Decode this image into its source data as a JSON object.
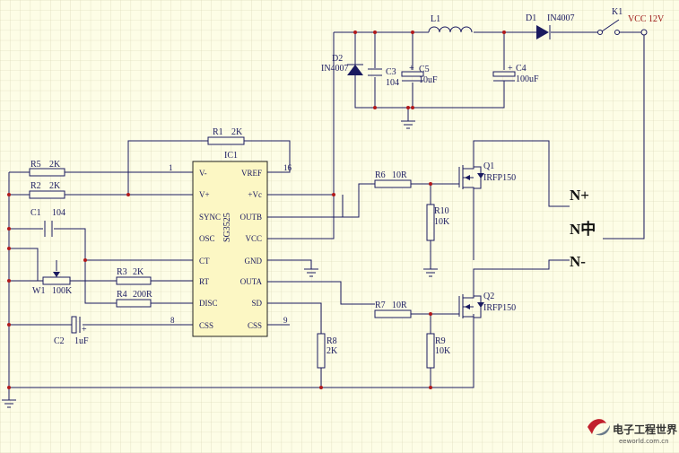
{
  "ic": {
    "ref": "IC1",
    "part": "SG3525",
    "left_pins": [
      "V-",
      "V+",
      "SYNC",
      "OSC",
      "CT",
      "RT",
      "DISC",
      "CSS"
    ],
    "right_pins": [
      "VREF",
      "+Vc",
      "OUTB",
      "VCC",
      "GND",
      "OUTA",
      "SD",
      "CSS"
    ],
    "pin1": "1",
    "pin16": "16",
    "pin8": "8",
    "pin9": "9"
  },
  "resistors": {
    "r1": {
      "ref": "R1",
      "value": "2K"
    },
    "r2": {
      "ref": "R2",
      "value": "2K"
    },
    "r3": {
      "ref": "R3",
      "value": "2K"
    },
    "r4": {
      "ref": "R4",
      "value": "200R"
    },
    "r5": {
      "ref": "R5",
      "value": "2K"
    },
    "r6": {
      "ref": "R6",
      "value": "10R"
    },
    "r7": {
      "ref": "R7",
      "value": "10R"
    },
    "r8": {
      "ref": "R8",
      "value": "2K"
    },
    "r9": {
      "ref": "R9",
      "value": "10K"
    },
    "r10": {
      "ref": "R10",
      "value": "10K"
    },
    "w1": {
      "ref": "W1",
      "value": "100K"
    }
  },
  "capacitors": {
    "c1": {
      "ref": "C1",
      "value": "104"
    },
    "c2": {
      "ref": "C2",
      "value": "1uF"
    },
    "c3": {
      "ref": "C3",
      "value": "104"
    },
    "c4": {
      "ref": "C4",
      "value": "100uF"
    },
    "c5": {
      "ref": "C5",
      "value": "10uF"
    }
  },
  "diodes": {
    "d1": {
      "ref": "D1",
      "value": "IN4007"
    },
    "d2": {
      "ref": "D2",
      "value": "IN4007"
    }
  },
  "inductor": {
    "ref": "L1"
  },
  "switch": {
    "ref": "K1"
  },
  "supply": {
    "label": "VCC  12V"
  },
  "mosfets": {
    "q1": {
      "ref": "Q1",
      "value": "IRFP150"
    },
    "q2": {
      "ref": "Q2",
      "value": "IRFP150"
    }
  },
  "outputs": {
    "n_plus": "N+",
    "n_mid": "N中",
    "n_minus": "N-"
  },
  "watermark": {
    "cn": "电子工程世界",
    "en": "eeworld.com.cn"
  }
}
